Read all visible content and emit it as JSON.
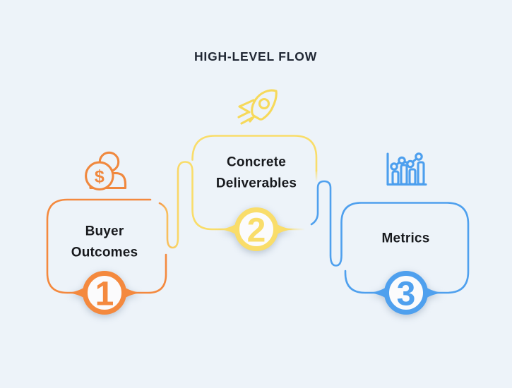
{
  "title": "HIGH-LEVEL FLOW",
  "colors": {
    "background": "#EDF3F9",
    "orange": "#F4893E",
    "yellow": "#F9DD6A",
    "blue": "#4FA0EE",
    "gradient_mid": "#F8C05E",
    "orange_icon": "#F0883E",
    "yellow_icon": "#F6D95A",
    "blue_icon": "#4D9FEE",
    "title_text": "#1F2633",
    "label_text": "#17191D",
    "circle_fill": "#FBFBFC"
  },
  "icons": {
    "dollar_sign": "$"
  },
  "steps": [
    {
      "number": "1",
      "line1": "Buyer",
      "line2": "Outcomes",
      "icon": "person-dollar-icon",
      "color": "#F4893E"
    },
    {
      "number": "2",
      "line1": "Concrete",
      "line2": "Deliverables",
      "icon": "rocket-icon",
      "color": "#F9DD6A"
    },
    {
      "number": "3",
      "line1": "Metrics",
      "line2": "",
      "icon": "bar-chart-icon",
      "color": "#4FA0EE"
    }
  ]
}
